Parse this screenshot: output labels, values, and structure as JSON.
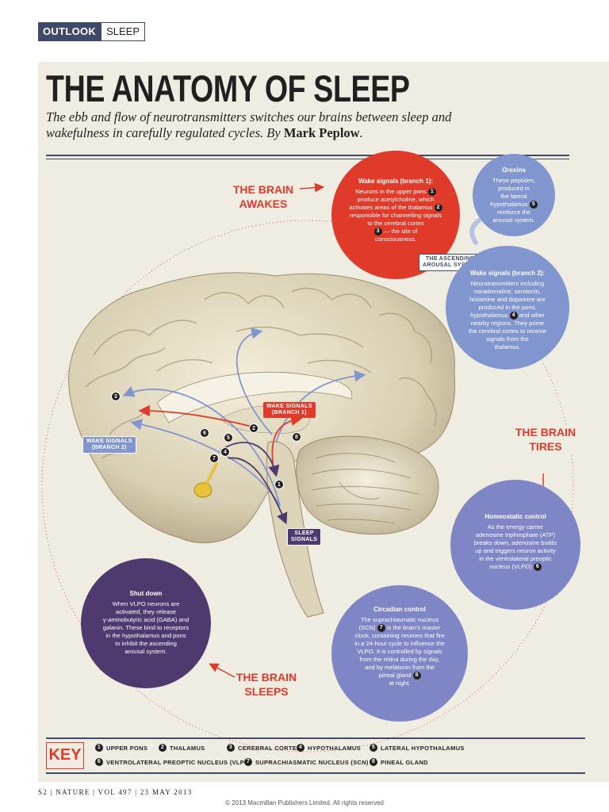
{
  "header": {
    "section": "OUTLOOK",
    "topic": "SLEEP"
  },
  "title": "THE ANATOMY OF SLEEP",
  "subtitle": {
    "text": "The ebb and flow of neurotransmitters switches our brains between sleep and wakefulness in carefully regulated cycles. By",
    "author": "Mark Peplow",
    "end": "."
  },
  "stages": {
    "awakes": [
      "THE BRAIN",
      "AWAKES"
    ],
    "tires": [
      "THE BRAIN",
      "TIRES"
    ],
    "sleeps": [
      "THE BRAIN",
      "SLEEPS"
    ]
  },
  "circles": {
    "wake1": {
      "title": "Wake signals (branch 1):",
      "l1": "Neurons in the upper pons",
      "n1": "1",
      "l2": "produce acetylcholine, which",
      "l3": "activates areas of the thalamus",
      "n2": "2",
      "l4": "responsible for channelling signals",
      "l5": "to the cerebral cortex",
      "n3": "3",
      "l6": "— the site of",
      "l7": "consciousness."
    },
    "orexins": {
      "title": "Orexins",
      "l1": "These peptides,",
      "l2": "produced in",
      "l3": "the lateral",
      "l4": "hypothalamus",
      "n1": "5",
      "l5": "reinforce the",
      "l6": "arousal system."
    },
    "wake2": {
      "title": "Wake signals (branch 2):",
      "l1": "Neurotransmitters including",
      "l2": "noradrenaline, serotonin,",
      "l3": "histamine and dopamine are",
      "l4": "produced in the pons,",
      "l5": "hypothalamus",
      "n1": "4",
      "l6": "and other",
      "l7": "nearby regions. They prime",
      "l8": "the cerebral cortex to receive",
      "l9": "signals from the",
      "l10": "thalamus."
    },
    "homeostatic": {
      "title": "Homeostatic control",
      "l1": "As the energy carrier",
      "l2": "adenosine triphosphate (ATP)",
      "l3": "breaks down, adenosine builds",
      "l4": "up and triggers neuron activity",
      "l5": "in the ventrolateral preoptic",
      "l6": "nucleus (VLPO)",
      "n1": "6"
    },
    "circadian": {
      "title": "Circadian control",
      "l1": "The suprachiasmatic nucleus",
      "l2": "(SCN)",
      "n1": "7",
      "l3": "is the brain's master",
      "l4": "clock, containing neurons that fire",
      "l5": "in a 24-hour cycle to influence the",
      "l6": "VLPO. It is controlled by signals",
      "l7": "from the retina during the day,",
      "l8": "and by melatonin from the",
      "l9": "pineal gland",
      "n2": "8",
      "l10": "at night."
    },
    "shutdown": {
      "title": "Shut down",
      "l1": "When VLPO neurons are",
      "l2": "activated, they release",
      "l3": "γ-aminobutyric acid (GABA) and",
      "l4": "galanin. These bind to receptors",
      "l5": "in the hypothalamus and pons",
      "l6": "to inhibit the ascending",
      "l7": "arousal system."
    }
  },
  "labels": {
    "ascending": [
      "THE ASCENDING",
      "AROUSAL SYSTEM"
    ],
    "wake_branch1": [
      "WAKE SIGNALS",
      "(BRANCH 1)"
    ],
    "wake_branch2": [
      "WAKE SIGNALS",
      "(BRANCH 2)"
    ],
    "sleep_signals": [
      "SLEEP",
      "SIGNALS"
    ]
  },
  "brain_markers": [
    "1",
    "2",
    "3",
    "4",
    "5",
    "6",
    "7",
    "8"
  ],
  "key": {
    "label": "KEY",
    "items": [
      {
        "n": "1",
        "text": "UPPER PONS"
      },
      {
        "n": "2",
        "text": "THALAMUS"
      },
      {
        "n": "3",
        "text": "CEREBRAL CORTEX"
      },
      {
        "n": "4",
        "text": "HYPOTHALAMUS"
      },
      {
        "n": "5",
        "text": "LATERAL HYPOTHALAMUS"
      },
      {
        "n": "6",
        "text": "VENTROLATERAL PREOPTIC NUCLEUS (VLPO)"
      },
      {
        "n": "7",
        "text": "SUPRACHIASMATIC NUCLEUS (SCN)"
      },
      {
        "n": "8",
        "text": "PINEAL GLAND"
      }
    ]
  },
  "footer": {
    "page": "S2 | NATURE | VOL 497 | 23 MAY 2013",
    "copyright": "© 2013 Macmillan Publishers Limited. All rights reserved"
  },
  "colors": {
    "accent_red": "#e03a2b",
    "wake_blue": "#8196cf",
    "sleep_purple": "#4e3a6e",
    "navy": "#3f4a6a",
    "panel_bg": "#efece1"
  }
}
